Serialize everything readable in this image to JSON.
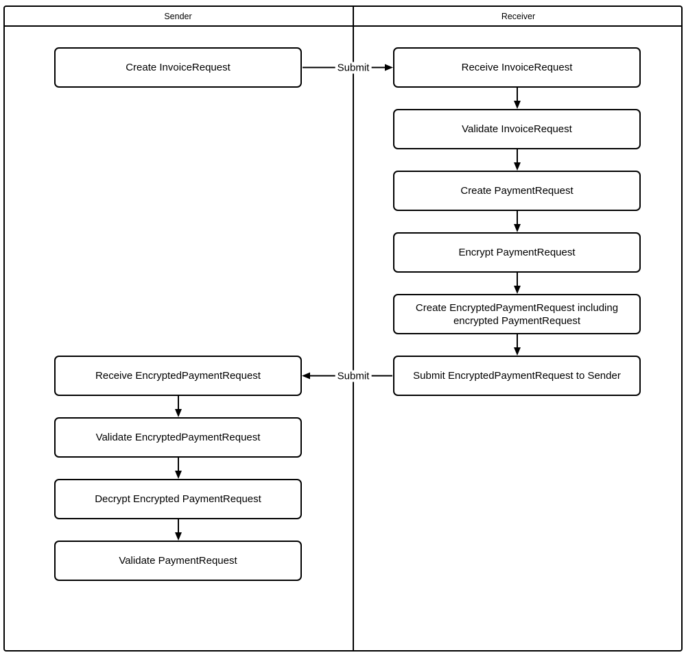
{
  "diagram": {
    "type": "flowchart-swimlane",
    "lanes": [
      {
        "title": "Sender",
        "nodes": [
          {
            "id": "s1",
            "label": "Create InvoiceRequest"
          },
          {
            "id": "s2",
            "label": "Receive EncryptedPaymentRequest"
          },
          {
            "id": "s3",
            "label": "Validate EncryptedPaymentRequest"
          },
          {
            "id": "s4",
            "label": "Decrypt Encrypted PaymentRequest"
          },
          {
            "id": "s5",
            "label": "Validate PaymentRequest"
          }
        ]
      },
      {
        "title": "Receiver",
        "nodes": [
          {
            "id": "r1",
            "label": "Receive InvoiceRequest"
          },
          {
            "id": "r2",
            "label": "Validate InvoiceRequest"
          },
          {
            "id": "r3",
            "label": "Create PaymentRequest"
          },
          {
            "id": "r4",
            "label": "Encrypt PaymentRequest"
          },
          {
            "id": "r5",
            "label": "Create EncryptedPaymentRequest including encrypted PaymentRequest"
          },
          {
            "id": "r6",
            "label": "Submit EncryptedPaymentRequest to Sender"
          }
        ]
      }
    ],
    "edges": [
      {
        "from": "s1",
        "to": "r1",
        "label": "Submit"
      },
      {
        "from": "r1",
        "to": "r2",
        "label": ""
      },
      {
        "from": "r2",
        "to": "r3",
        "label": ""
      },
      {
        "from": "r3",
        "to": "r4",
        "label": ""
      },
      {
        "from": "r4",
        "to": "r5",
        "label": ""
      },
      {
        "from": "r5",
        "to": "r6",
        "label": ""
      },
      {
        "from": "r6",
        "to": "s2",
        "label": "Submit"
      },
      {
        "from": "s2",
        "to": "s3",
        "label": ""
      },
      {
        "from": "s3",
        "to": "s4",
        "label": ""
      },
      {
        "from": "s4",
        "to": "s5",
        "label": ""
      }
    ],
    "colors": {
      "line": "#000000",
      "node_fill": "#ffffff",
      "background": "#ffffff"
    }
  }
}
